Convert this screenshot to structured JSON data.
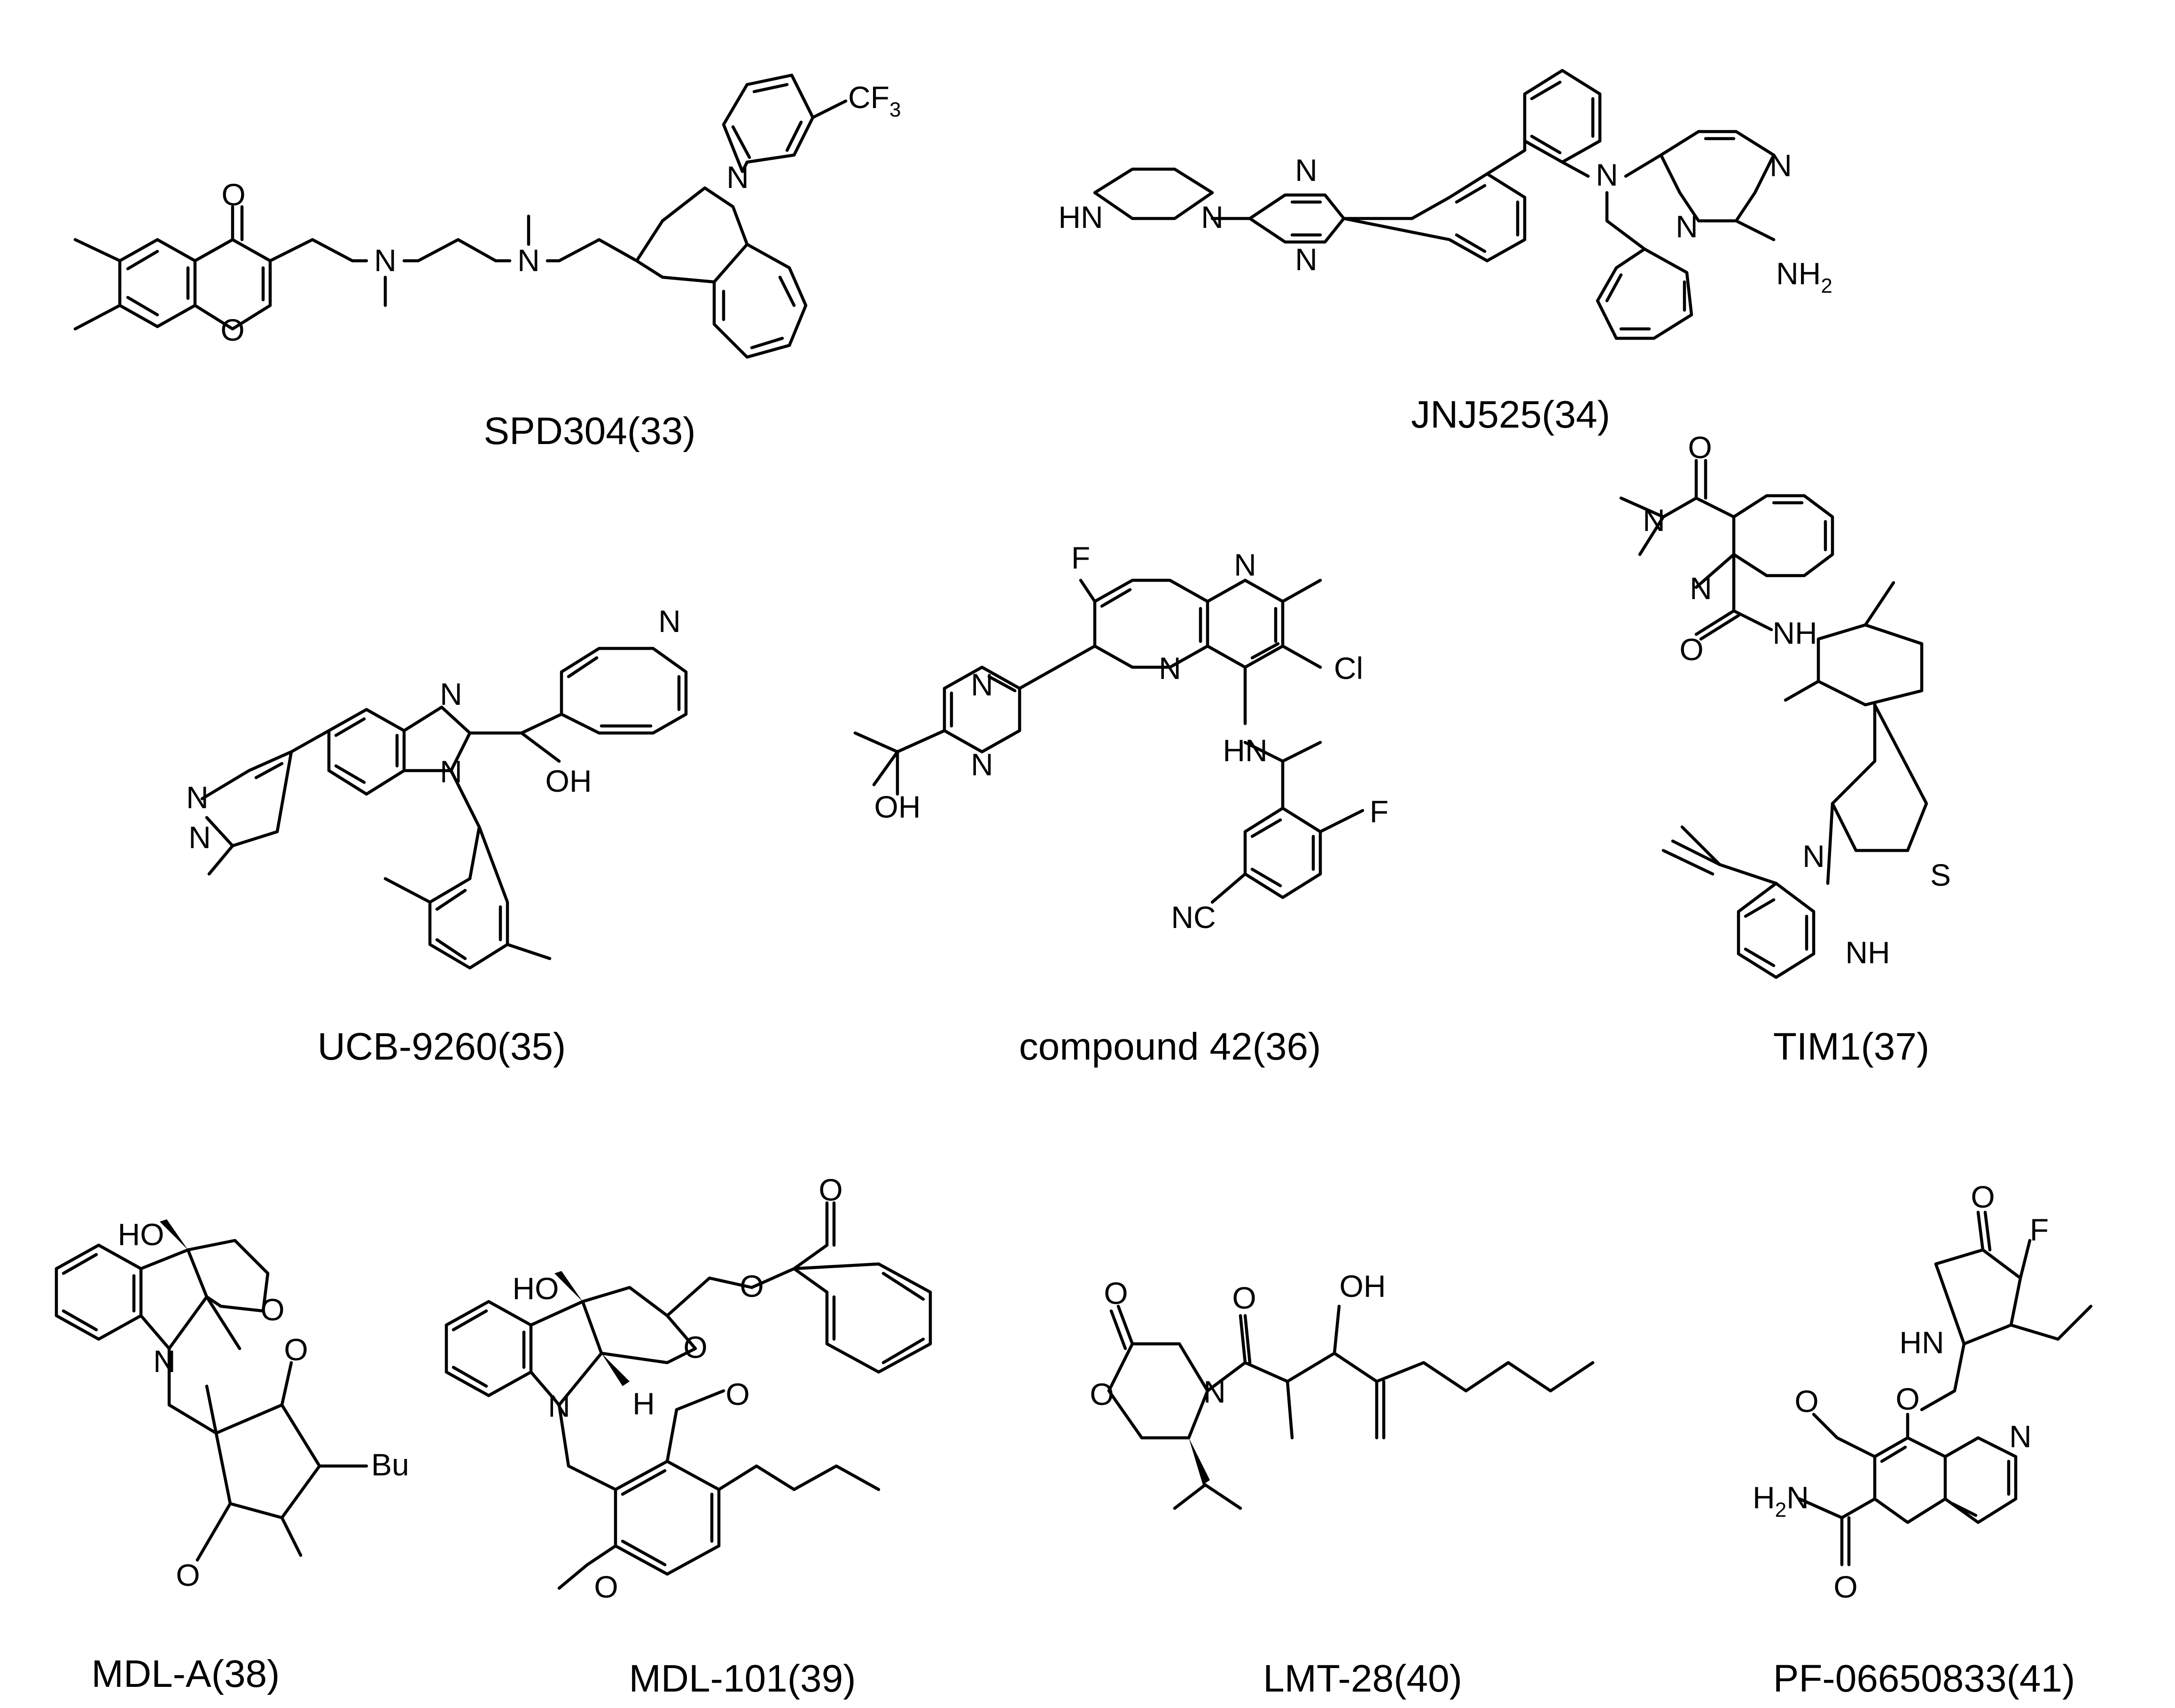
{
  "compounds": [
    {
      "id": "spd304",
      "label": "SPD304(33)"
    },
    {
      "id": "jnj525",
      "label": "JNJ525(34)"
    },
    {
      "id": "ucb9260",
      "label": "UCB-9260(35)"
    },
    {
      "id": "compound42",
      "label": "compound 42(36)"
    },
    {
      "id": "tim1",
      "label": "TIM1(37)"
    },
    {
      "id": "mdla",
      "label": "MDL-A(38)"
    },
    {
      "id": "mdl101",
      "label": "MDL-101(39)"
    },
    {
      "id": "lmt28",
      "label": "LMT-28(40)"
    },
    {
      "id": "pf06650833",
      "label": "PF-06650833(41)"
    }
  ],
  "atoms": {
    "O": "O",
    "N": "N",
    "NH": "NH",
    "HN": "HN",
    "OH": "OH",
    "HO": "HO",
    "CF": "CF",
    "three": "3",
    "NH2": "NH",
    "two": "2",
    "H2N": "H",
    "H2Nb": "2",
    "H2Nc": "N",
    "F": "F",
    "Cl": "Cl",
    "NC": "NC",
    "S": "S",
    "Bu": "Bu",
    "H": "H"
  }
}
